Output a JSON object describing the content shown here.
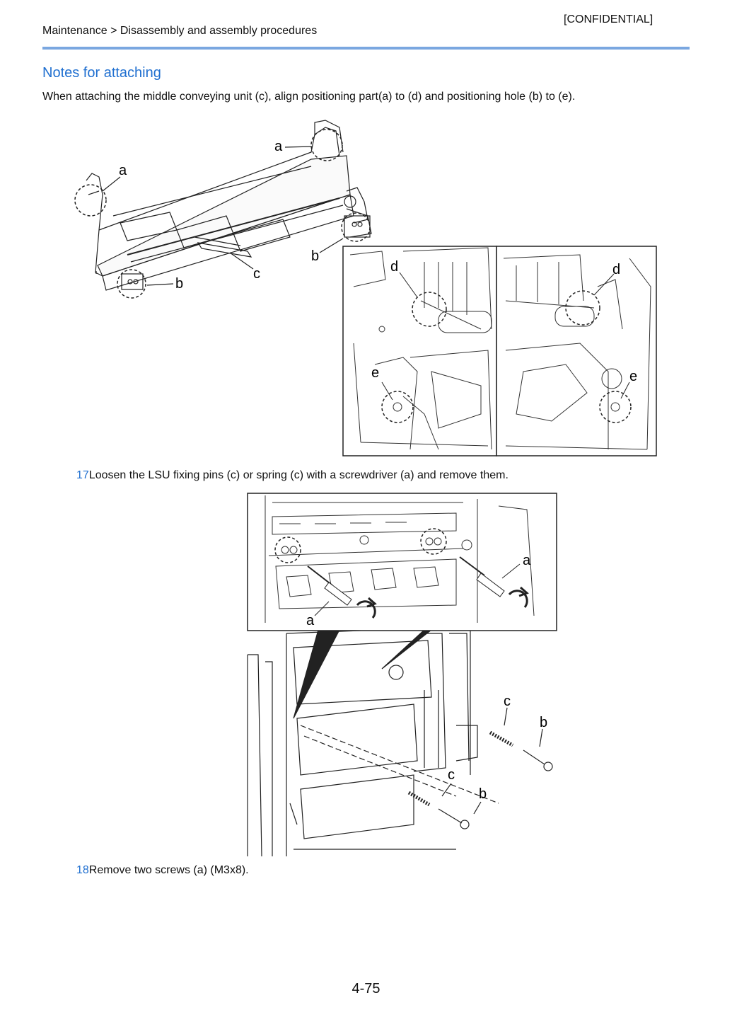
{
  "header": {
    "confidential": "[CONFIDENTIAL]",
    "breadcrumb": "Maintenance > Disassembly and assembly procedures"
  },
  "section": {
    "title": "Notes for attaching",
    "text": "When attaching the middle conveying unit (c), align positioning part(a) to (d) and positioning hole (b) to (e)."
  },
  "figure1": {
    "callouts": {
      "a": "a",
      "b": "b",
      "c": "c",
      "d": "d",
      "e": "e"
    }
  },
  "steps": [
    {
      "number": "17",
      "text": "Loosen the LSU fixing pins (c) or spring (c) with a screwdriver (a) and remove them."
    },
    {
      "number": "18",
      "text": "Remove two screws (a) (M3x8)."
    }
  ],
  "figure2": {
    "callouts": {
      "a": "a",
      "b": "b",
      "c": "c"
    }
  },
  "footer": {
    "page_number": "4-75"
  }
}
